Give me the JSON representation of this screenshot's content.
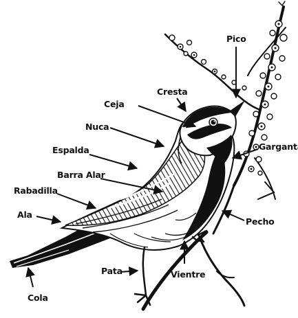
{
  "colors": {
    "ink": "#111111",
    "paper": "#ffffff"
  },
  "illustration": {
    "subject": "bird-on-branch-line-drawing"
  },
  "labels": {
    "pico": "Pico",
    "cresta": "Cresta",
    "ceja": "Ceja",
    "nuca": "Nuca",
    "espalda": "Espalda",
    "garganta": "Garganta",
    "barra_alar": "Barra Alar",
    "rabadilla": "Rabadilla",
    "ala": "Ala",
    "pecho": "Pecho",
    "pata": "Pata",
    "vientre": "Vientre",
    "cola": "Cola"
  }
}
